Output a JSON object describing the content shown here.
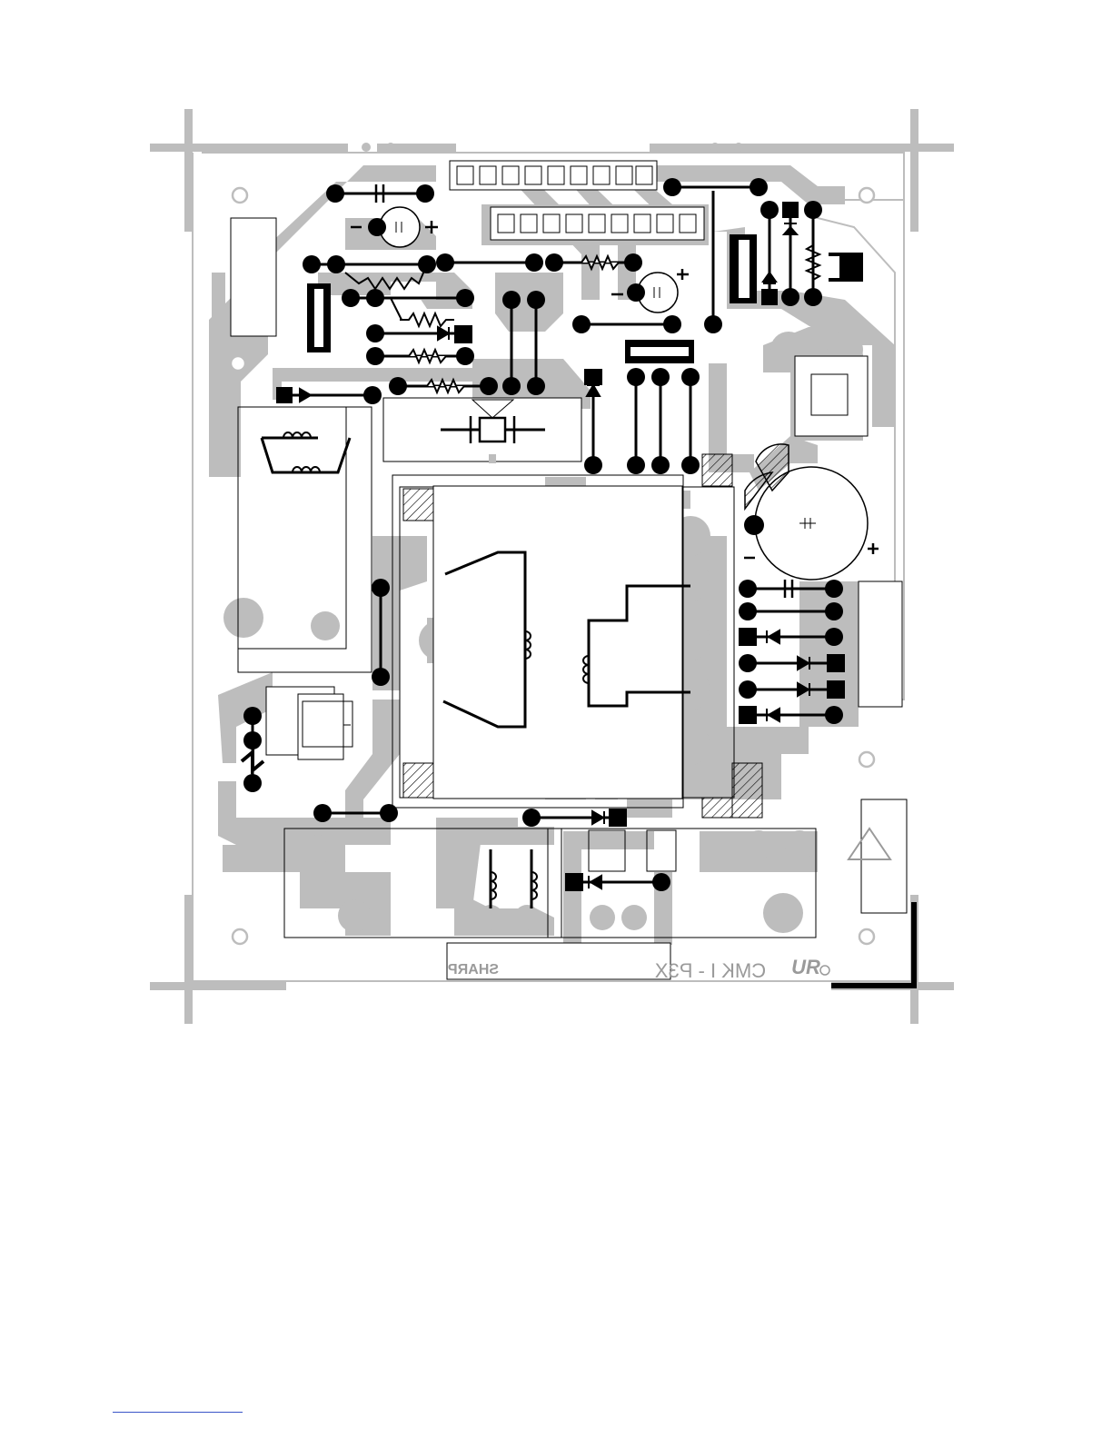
{
  "board": {
    "brand_label": "SHARP",
    "model_label": "CMK I - P3X",
    "logo_label": "UR"
  },
  "legend": {
    "polarity_minus": "−",
    "polarity_plus": "+"
  },
  "colors": {
    "copper": "#bdbdbd",
    "ink": "#000000",
    "paper": "#ffffff",
    "footer_rule": "#3a55c8"
  },
  "icons": [
    "resistor-icon",
    "capacitor-icon",
    "electrolytic-capacitor-icon",
    "diode-icon",
    "coil-icon",
    "crystal-icon",
    "hatched-pad-icon",
    "warning-triangle-icon"
  ]
}
